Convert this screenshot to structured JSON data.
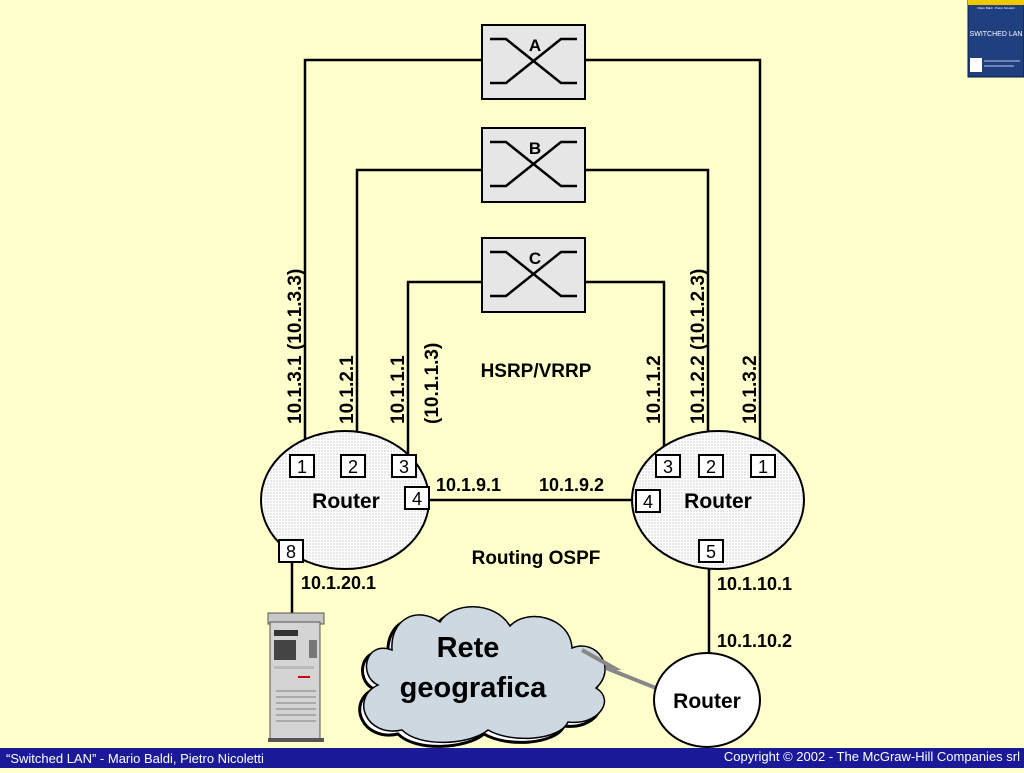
{
  "book_cover": {
    "title": "SWITCHED LAN",
    "authors": "Mario Baldi · Pietro Nicoletti",
    "colors": {
      "background": "#1f3f7f",
      "strip": "#f0c800"
    }
  },
  "switches": [
    {
      "label": "A"
    },
    {
      "label": "B"
    },
    {
      "label": "C"
    }
  ],
  "protocol_labels": {
    "hsrp": "HSRP/VRRP",
    "ospf": "Routing OSPF"
  },
  "routers": {
    "left": {
      "label": "Router",
      "ports": [
        "1",
        "2",
        "3",
        "4",
        "8"
      ]
    },
    "right": {
      "label": "Router",
      "ports": [
        "3",
        "2",
        "1",
        "4",
        "5"
      ]
    },
    "bottom": {
      "label": "Router"
    }
  },
  "addresses": {
    "l1": "10.1.3.1 (10.1.3.3)",
    "l2": "10.1.2.1",
    "l3a": "10.1.1.1",
    "l3b": "(10.1.1.3)",
    "r3": "10.1.1.2",
    "r2": "10.1.2.2 (10.1.2.3)",
    "r1": "10.1.3.2",
    "link_left": "10.1.9.1",
    "link_right": "10.1.9.2",
    "server": "10.1.20.1",
    "r5": "10.1.10.1",
    "bottom_router": "10.1.10.2"
  },
  "cloud": {
    "line1": "Rete",
    "line2": "geografica"
  },
  "footer": {
    "left": "“Switched LAN” - Mario Baldi, Pietro Nicoletti",
    "right": "Copyright © 2002 - The McGraw-Hill Companies srl"
  },
  "colors": {
    "background": "#ffffcc",
    "router_fill": "#ececec",
    "switch_fill": "#e6e6e6",
    "cloud_fill": "#cdd8e0",
    "footer_bar": "#1a1a99"
  }
}
